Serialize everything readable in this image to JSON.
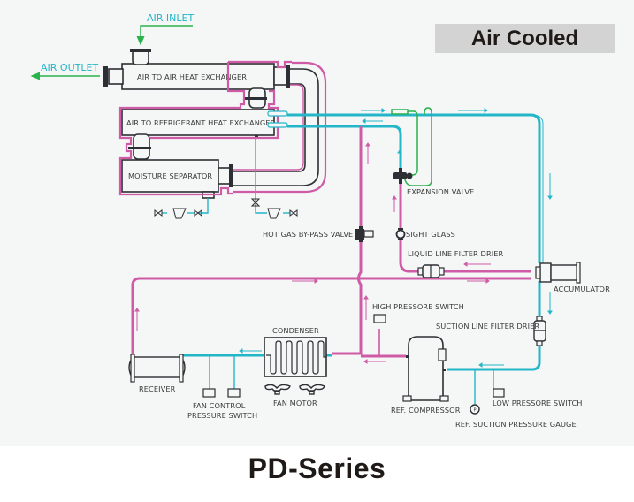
{
  "title": "Air Cooled",
  "footer_title": "PD-Series",
  "colors": {
    "hot_line": "#cf5aa5",
    "cold_line": "#23b6c9",
    "capillary_line": "#2bb24c",
    "air_arrow": "#2bb24c",
    "air_label": "#20b6c8",
    "equipment_outline": "#2c2f33",
    "title_box": "#d3d3d3"
  },
  "air_flow": {
    "inlet": "AIR INLET",
    "outlet": "AIR OUTLET"
  },
  "components": {
    "air_to_air_hx": "AIR TO AIR HEAT EXCHANGER",
    "air_to_ref_hx": "AIR TO REFRIGERANT HEAT EXCHANGER",
    "moisture_separator": "MOISTURE SEPARATOR",
    "expansion_valve": "EXPANSION VALVE",
    "hot_gas_bypass": "HOT GAS BY-PASS VALVE",
    "sight_glass": "SIGHT GLASS",
    "liquid_filter_drier": "LIQUID LINE FILTER DRIER",
    "accumulator": "ACCUMULATOR",
    "high_pressure_switch": "HIGH PRESSORE SWITCH",
    "suction_filter_drier": "SUCTION LINE FILTER DRIER",
    "condenser": "CONDENSER",
    "receiver": "RECEIVER",
    "fan_control_1": "FAN CONTROL",
    "fan_control_2": "PRESSURE SWITCH",
    "fan_motor": "FAN MOTOR",
    "compressor": "REF. COMPRESSOR",
    "low_pressure_switch": "LOW PRESSORE SWITCH",
    "suction_gauge": "REF. SUCTION PRESSURE GAUGE",
    "gauge_symbol": "P"
  }
}
